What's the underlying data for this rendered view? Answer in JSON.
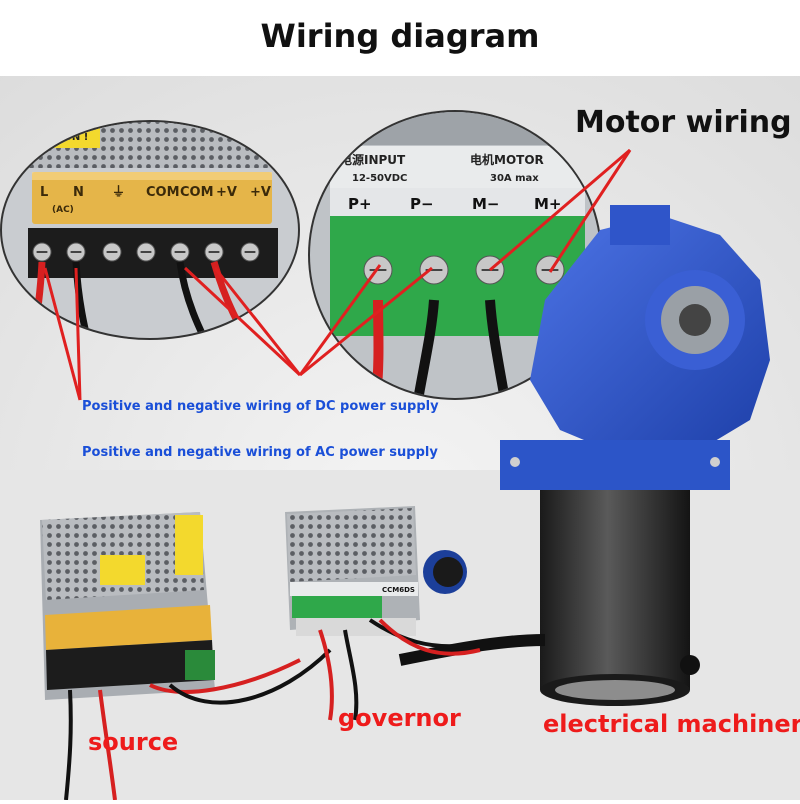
{
  "title": "Wiring diagram",
  "labels": {
    "motor_wiring": "Motor wiring",
    "dc_wiring": "Positive and negative wiring of DC power supply",
    "ac_wiring": "Positive and negative wiring of AC power supply",
    "source": "source",
    "governor": "governor",
    "machinery": "electrical machinery"
  },
  "power_supply_terminals": [
    "L",
    "N",
    "",
    "COM",
    "COM",
    "+V",
    "+V"
  ],
  "power_supply_sublabel": "(AC)",
  "power_supply_caution": "CAUTION !",
  "governor_header": {
    "input": "电源INPUT",
    "motor": "电机MOTOR",
    "voltage": "12-50VDC",
    "current": "30A max"
  },
  "governor_terminals": [
    "P+",
    "P−",
    "M−",
    "M+"
  ],
  "governor_model": "CCM6DS",
  "colors": {
    "title_text": "#111111",
    "annotation_blue": "#1a4fd8",
    "annotation_red": "#ee1b1b",
    "pointer_red": "#e02020",
    "terminal_green": "#2fa84a",
    "gearbox_blue": "#2c55c8",
    "motor_body": "#2b2b2b",
    "cover_amber": "#e8b23a"
  }
}
